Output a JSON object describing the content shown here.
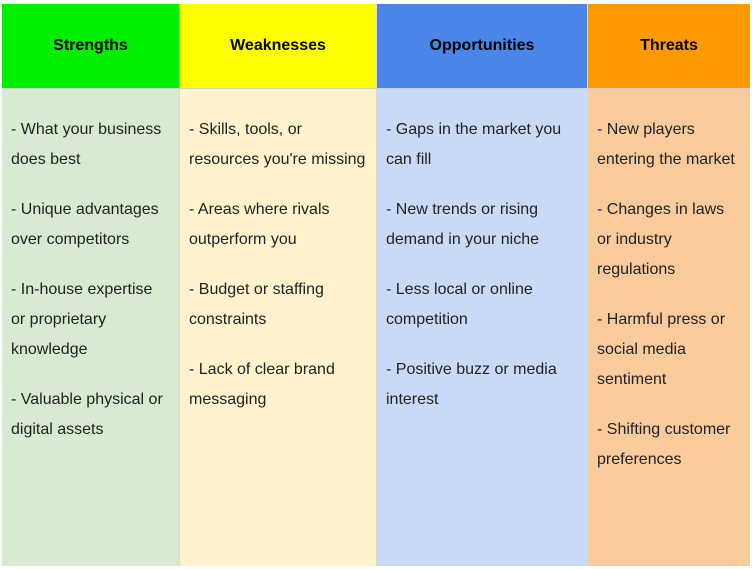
{
  "columns": [
    {
      "title": "Strengths",
      "header_color": "#00ee00",
      "body_color": "#d9ead3",
      "items": [
        "- What your business does best",
        "- Unique advantages over competitors",
        "- In-house expertise or proprietary knowledge",
        "- Valuable physical or digital assets"
      ]
    },
    {
      "title": "Weaknesses",
      "header_color": "#ffff00",
      "body_color": "#fff2cc",
      "items": [
        "- Skills, tools, or resources you're missing",
        "- Areas where rivals outperform you",
        "- Budget or staffing constraints",
        "- Lack of clear brand messaging"
      ]
    },
    {
      "title": "Opportunities",
      "header_color": "#4a86e8",
      "body_color": "#c9daf8",
      "items": [
        "- Gaps in the market you can fill",
        "- New trends or rising demand in your niche",
        "- Less local or online competition",
        "- Positive buzz or media interest"
      ]
    },
    {
      "title": "Threats",
      "header_color": "#ff9900",
      "body_color": "#f9cb9c",
      "items": [
        "- New players entering the market",
        "- Changes in laws or industry regulations",
        "- Harmful press or social media sentiment",
        "- Shifting customer preferences"
      ]
    }
  ]
}
